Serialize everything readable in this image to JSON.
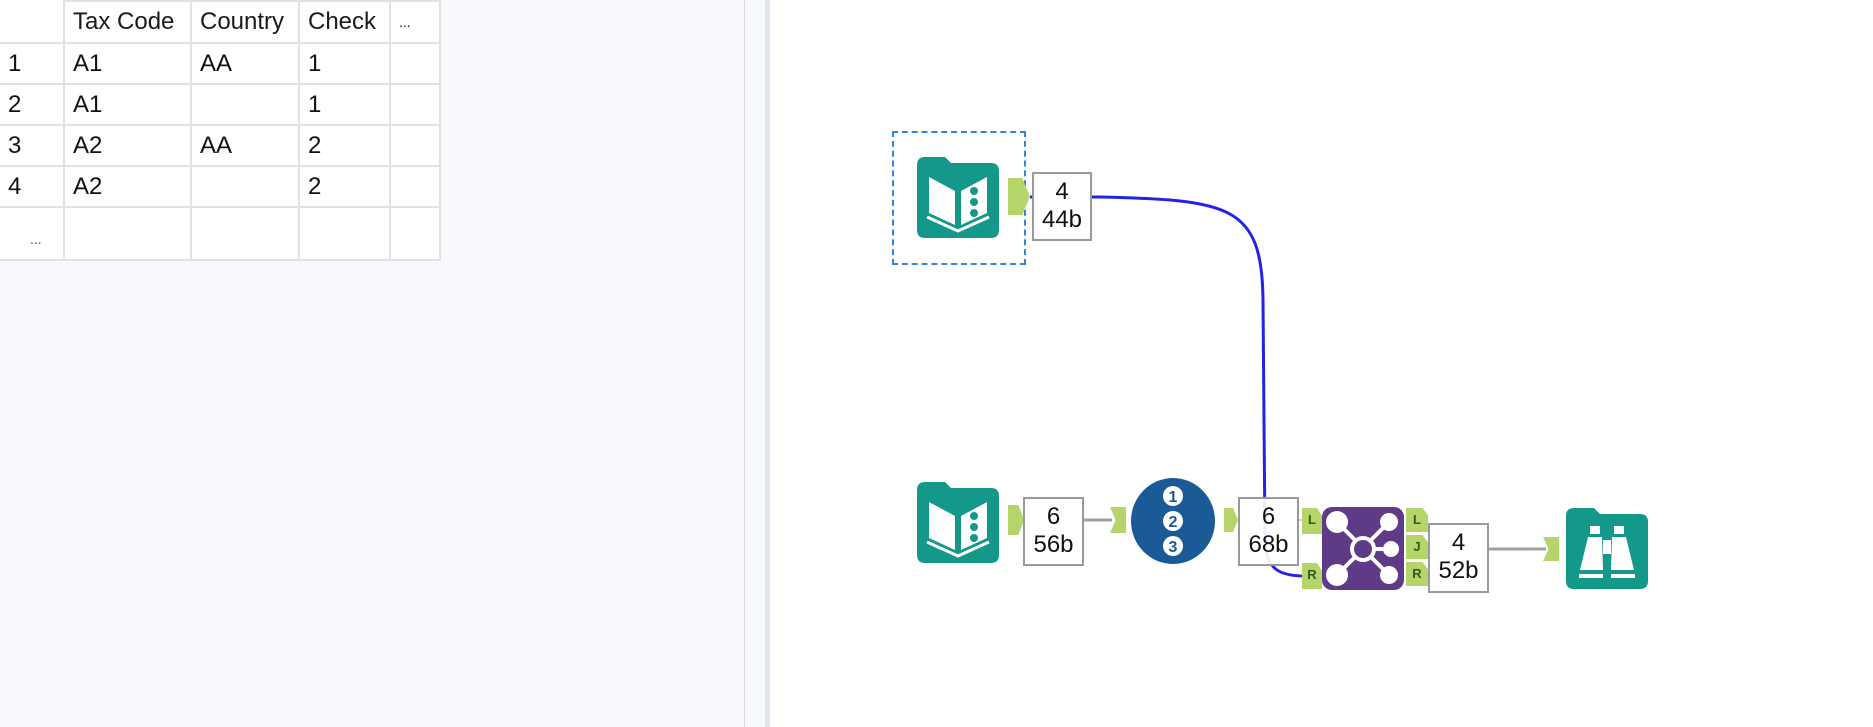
{
  "results_grid": {
    "columns": [
      "",
      "Tax Code",
      "Country",
      "Check",
      "..."
    ],
    "rows": [
      {
        "num": "1",
        "tax_code": "A1",
        "country": "AA",
        "check": "1"
      },
      {
        "num": "2",
        "tax_code": "A1",
        "country": "",
        "check": "1"
      },
      {
        "num": "3",
        "tax_code": "A2",
        "country": "AA",
        "check": "2"
      },
      {
        "num": "4",
        "tax_code": "A2",
        "country": "",
        "check": "2"
      }
    ],
    "more_rows": "..."
  },
  "workflow": {
    "tools": [
      {
        "id": "input-top",
        "type": "input-data",
        "icon": "book-icon",
        "color": "#13988a",
        "selected": true
      },
      {
        "id": "input-bottom",
        "type": "input-data",
        "icon": "book-icon",
        "color": "#13988a"
      },
      {
        "id": "record-id",
        "type": "record-id",
        "icon": "numbered-list-icon",
        "color": "#1a5a96",
        "glyphs": [
          "➊",
          "➋",
          "➌"
        ]
      },
      {
        "id": "join",
        "type": "join",
        "icon": "join-icon",
        "color": "#5e3a87"
      },
      {
        "id": "browse",
        "type": "browse",
        "icon": "binoculars-icon",
        "color": "#13988a"
      }
    ],
    "record_counts": {
      "input_top": {
        "records": "4",
        "size": "44b"
      },
      "input_bottom": {
        "records": "6",
        "size": "56b"
      },
      "record_id": {
        "records": "6",
        "size": "68b"
      },
      "join_j": {
        "records": "4",
        "size": "52b"
      }
    },
    "join_inputs": [
      "L",
      "R"
    ],
    "join_outputs": [
      "L",
      "J",
      "R"
    ],
    "colors": {
      "anchor": "#b5d56a",
      "selected_connection": "#2323e6",
      "connection": "#a0a0a0",
      "selection_border": "#2e86de"
    }
  }
}
